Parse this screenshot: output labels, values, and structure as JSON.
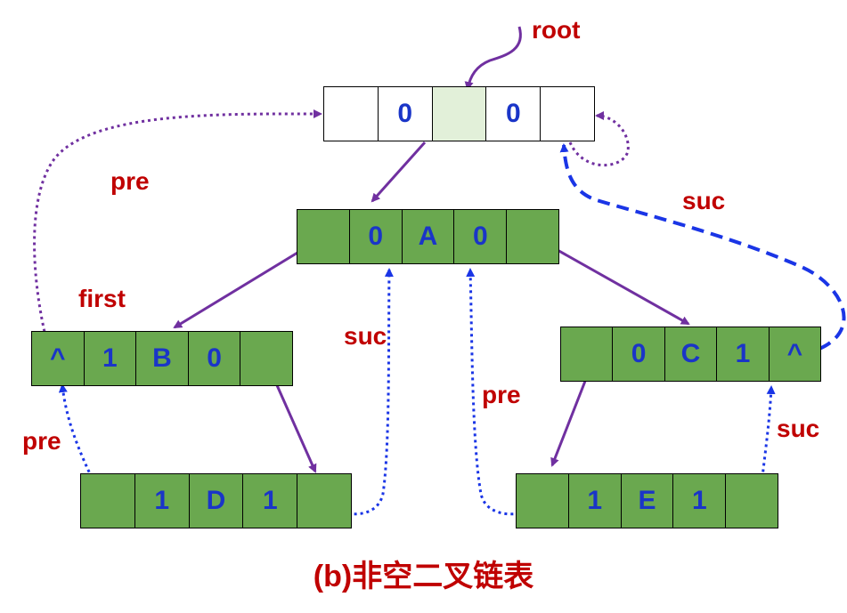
{
  "labels": {
    "root": "root",
    "pre_top": "pre",
    "suc_right": "suc",
    "first": "first",
    "suc_mid": "suc",
    "pre_mid": "pre",
    "pre_left": "pre",
    "suc_lower_right": "suc"
  },
  "caption": "(b)非空二叉链表",
  "nodes": {
    "head": [
      "",
      "0",
      "",
      "0",
      ""
    ],
    "A": [
      "",
      "0",
      "A",
      "0",
      ""
    ],
    "B": [
      "^",
      "1",
      "B",
      "0",
      ""
    ],
    "C": [
      "",
      "0",
      "C",
      "1",
      "^"
    ],
    "D": [
      "",
      "1",
      "D",
      "1",
      ""
    ],
    "E": [
      "",
      "1",
      "E",
      "1",
      ""
    ]
  },
  "colors": {
    "child_link": "#7030a0",
    "thread_pre": "#7030a0",
    "thread_suc": "#1a35e6",
    "node_fill": "#6aa84f",
    "head_mid_fill": "#e2f0d9",
    "label_text": "#c00000",
    "cell_text": "#1a35c8"
  }
}
